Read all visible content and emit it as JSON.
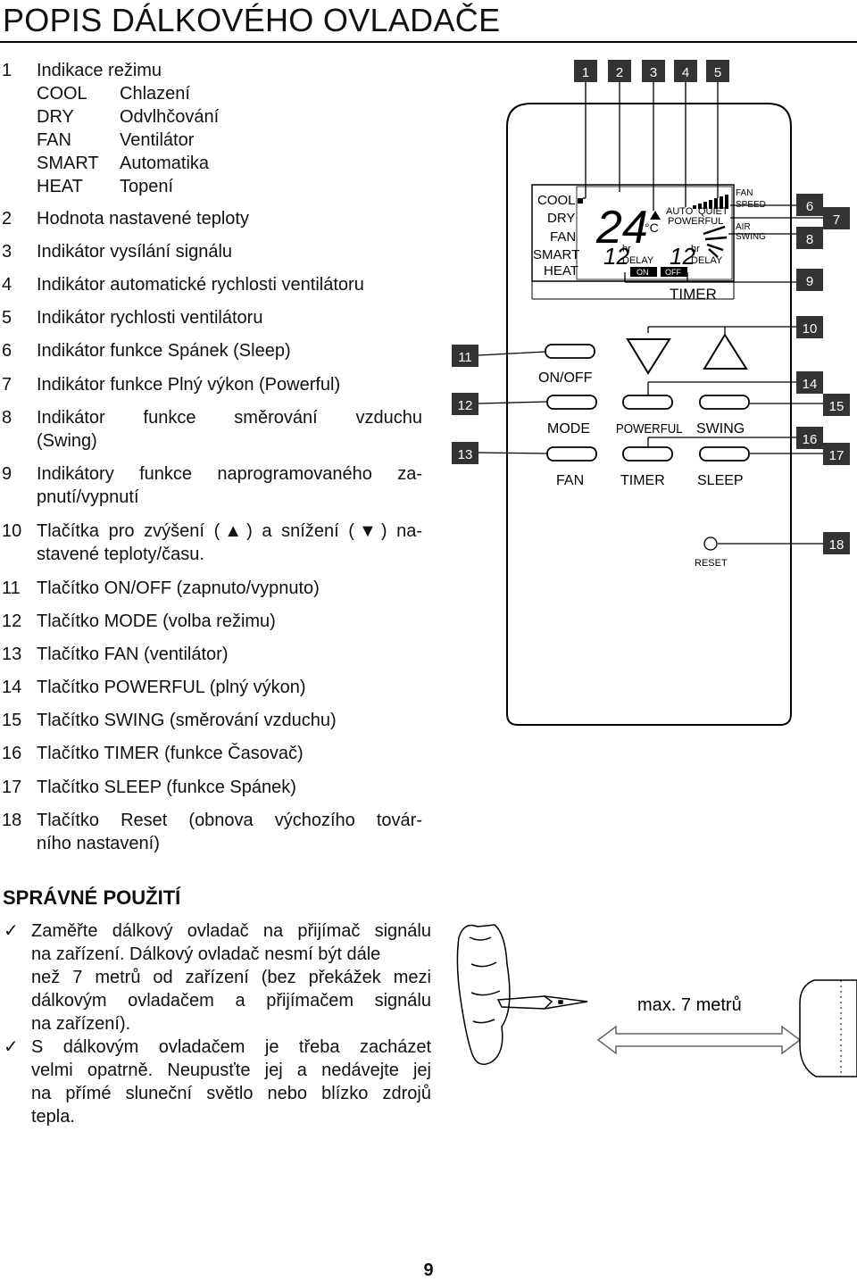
{
  "title": "POPIS DÁLKOVÉHO OVLADAČE",
  "items": {
    "i1": {
      "num": "1",
      "text": "Indikace režimu"
    },
    "modes": [
      {
        "code": "COOL",
        "desc": "Chlazení"
      },
      {
        "code": "DRY",
        "desc": "Odvlhčování"
      },
      {
        "code": "FAN",
        "desc": "Ventilátor"
      },
      {
        "code": "SMART",
        "desc": "Automatika"
      },
      {
        "code": "HEAT",
        "desc": "Topení"
      }
    ],
    "i2": {
      "num": "2",
      "text": "Hodnota nastavené teploty"
    },
    "i3": {
      "num": "3",
      "text": "Indikátor vysílání signálu"
    },
    "i4": {
      "num": "4",
      "text": "Indikátor automatické rychlosti ventilátoru"
    },
    "i5": {
      "num": "5",
      "text": "Indikátor rychlosti ventilátoru"
    },
    "i6": {
      "num": "6",
      "text": "Indikátor funkce Spánek (Sleep)"
    },
    "i7": {
      "num": "7",
      "text": "Indikátor funkce Plný výkon (Powerful)"
    },
    "i8": {
      "num": "8",
      "text_a": "Indikátor funkce směrování vzduchu",
      "text_b": "(Swing)"
    },
    "i9": {
      "num": "9",
      "text_a": "Indikátory funkce naprogramovaného za-",
      "text_b": "pnutí/vypnutí"
    },
    "i10": {
      "num": "10",
      "text_pre": "Tlačítka pro zvýšení (",
      "up": "▲",
      "text_mid": ") a snížení (",
      "down": "▼",
      "text_post": ") na-",
      "text_b": "stavené teploty/času."
    },
    "i11": {
      "num": "11",
      "text": "Tlačítko ON/OFF (zapnuto/vypnuto)"
    },
    "i12": {
      "num": "12",
      "text": "Tlačítko MODE (volba režimu)"
    },
    "i13": {
      "num": "13",
      "text": "Tlačítko FAN (ventilátor)"
    },
    "i14": {
      "num": "14",
      "text": "Tlačítko POWERFUL (plný výkon)"
    },
    "i15": {
      "num": "15",
      "text": "Tlačítko SWING (směrování vzduchu)"
    },
    "i16": {
      "num": "16",
      "text": "Tlačítko TIMER (funkce Časovač)"
    },
    "i17": {
      "num": "17",
      "text": "Tlačítko SLEEP (funkce Spánek)"
    },
    "i18": {
      "num": "18",
      "text_a": "Tlačítko Reset (obnova výchozího továr-",
      "text_b": "ního nastavení)"
    }
  },
  "remote": {
    "callouts_top": [
      "1",
      "2",
      "3",
      "4",
      "5"
    ],
    "callouts_right": [
      "6",
      "7",
      "8",
      "9",
      "10",
      "14",
      "15",
      "16",
      "17",
      "18"
    ],
    "callouts_left": [
      "11",
      "12",
      "13"
    ],
    "lcd": {
      "modes": [
        "COOL",
        "DRY",
        "FAN",
        "SMART",
        "HEAT"
      ],
      "temp": "24",
      "deg": "°C",
      "auto": "AUTO",
      "quiet": "QUIET",
      "powerful": "POWERFUL",
      "fan_speed_1": "FAN",
      "fan_speed_2": "SPEED",
      "air_swing_1": "AIR",
      "air_swing_2": "SWING",
      "hr": "hr",
      "timer_digits": "12",
      "delay": "DELAY",
      "on": "ON",
      "off": "OFF",
      "timer": "TIMER"
    },
    "buttons": {
      "on_off": "ON/OFF",
      "mode": "MODE",
      "powerful": "POWERFUL",
      "swing": "SWING",
      "fan": "FAN",
      "timer": "TIMER",
      "sleep": "SLEEP",
      "reset": "RESET"
    }
  },
  "section2": {
    "heading": "SPRÁVNÉ POUŽITÍ",
    "bullet1": [
      "Zaměřte dálkový ovladač na přijímač signálu",
      "na zařízení. Dálkový ovladač nesmí být dále",
      "než 7 metrů od zařízení (bez překážek mezi",
      "dálkovým ovladačem a přijímačem signálu",
      "na zařízení)."
    ],
    "bullet2": [
      "S dálkovým ovladačem je třeba zacházet",
      "velmi opatrně. Neupusťte jej a nedávejte jej",
      "na přímé sluneční světlo nebo blízko zdrojů",
      "tepla."
    ],
    "check": "✓",
    "distance_label": "max. 7 metrů"
  },
  "page_number": "9"
}
